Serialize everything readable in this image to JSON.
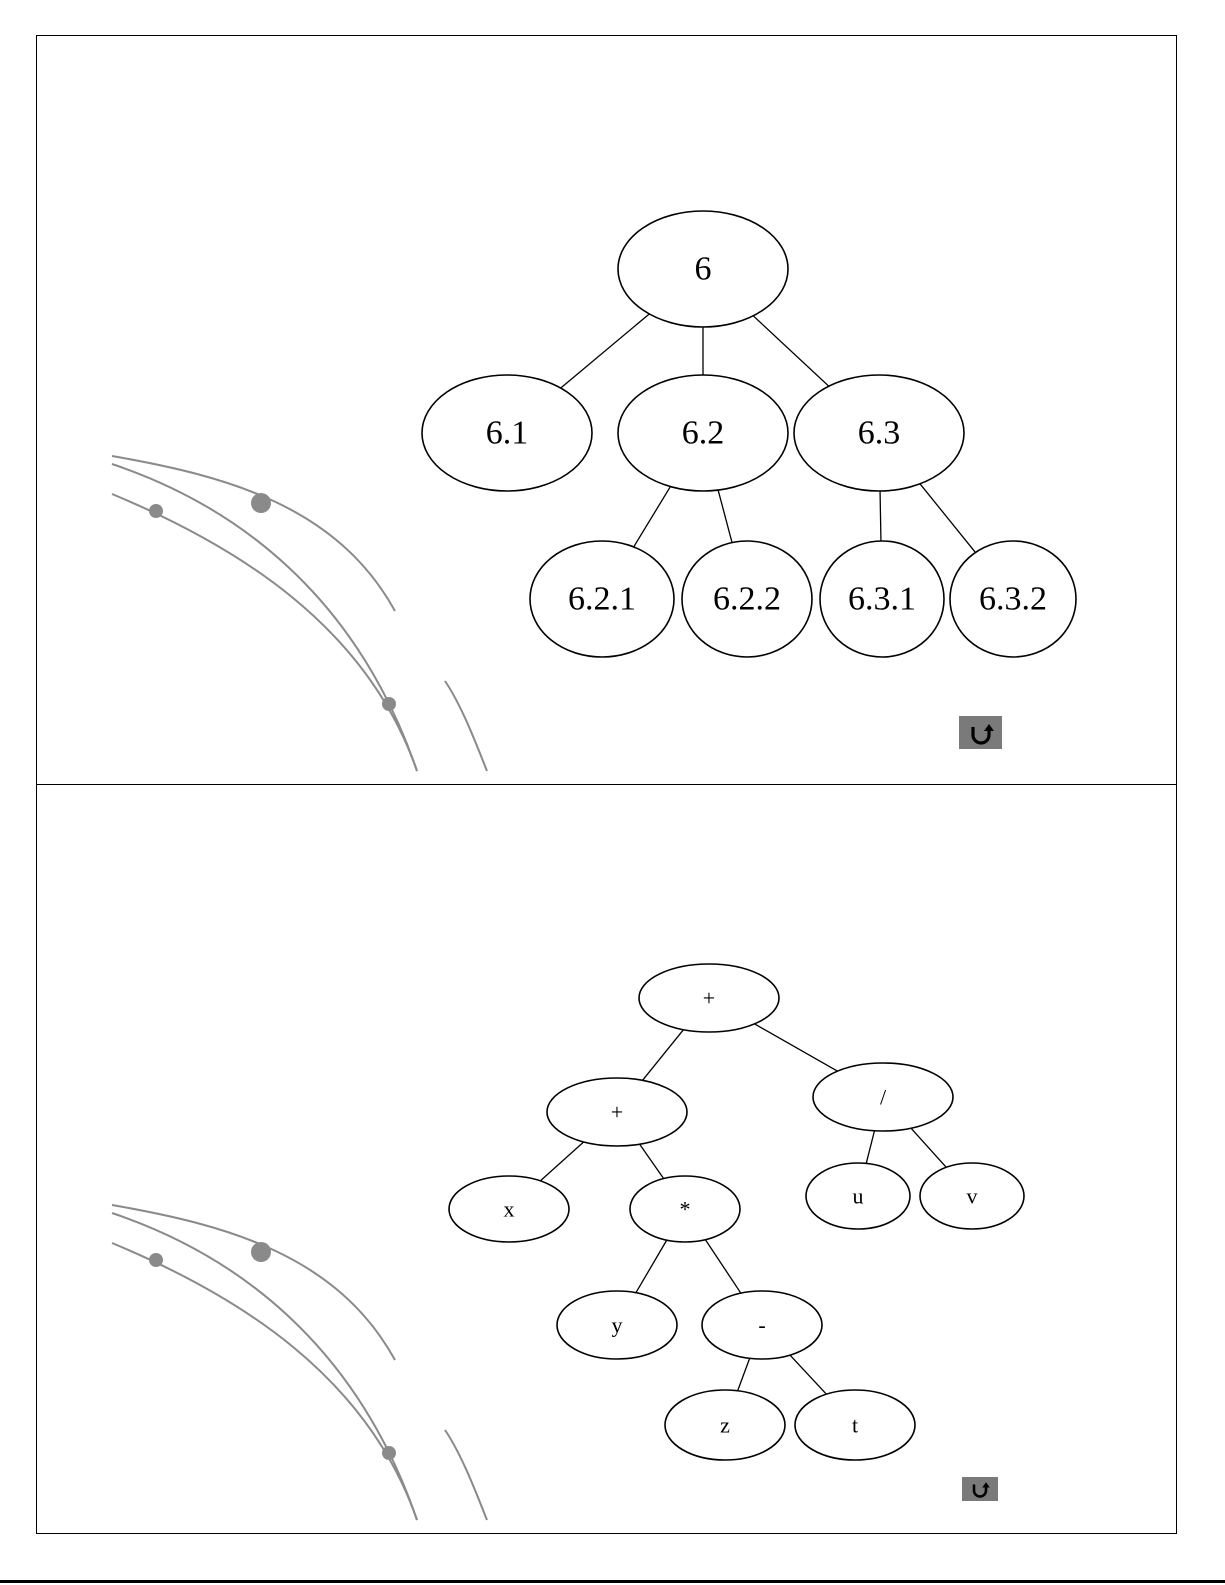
{
  "slides": [
    {
      "id": "tree-section",
      "nodes": [
        {
          "id": "n6",
          "label": "6"
        },
        {
          "id": "n6_1",
          "label": "6.1"
        },
        {
          "id": "n6_2",
          "label": "6.2"
        },
        {
          "id": "n6_3",
          "label": "6.3"
        },
        {
          "id": "n6_2_1",
          "label": "6.2.1"
        },
        {
          "id": "n6_2_2",
          "label": "6.2.2"
        },
        {
          "id": "n6_3_1",
          "label": "6.3.1"
        },
        {
          "id": "n6_3_2",
          "label": "6.3.2"
        }
      ],
      "edges": [
        [
          "n6",
          "n6_1"
        ],
        [
          "n6",
          "n6_2"
        ],
        [
          "n6",
          "n6_3"
        ],
        [
          "n6_2",
          "n6_2_1"
        ],
        [
          "n6_2",
          "n6_2_2"
        ],
        [
          "n6_3",
          "n6_3_1"
        ],
        [
          "n6_3",
          "n6_3_2"
        ]
      ],
      "return_icon": "return-arrow-icon"
    },
    {
      "id": "expression-tree",
      "nodes": [
        {
          "id": "root",
          "label": "+"
        },
        {
          "id": "plus2",
          "label": "+"
        },
        {
          "id": "div",
          "label": "/"
        },
        {
          "id": "x",
          "label": "x"
        },
        {
          "id": "mul",
          "label": "*"
        },
        {
          "id": "u",
          "label": "u"
        },
        {
          "id": "v",
          "label": "v"
        },
        {
          "id": "y",
          "label": "y"
        },
        {
          "id": "minus",
          "label": "-"
        },
        {
          "id": "z",
          "label": "z"
        },
        {
          "id": "t",
          "label": "t"
        }
      ],
      "edges": [
        [
          "root",
          "plus2"
        ],
        [
          "root",
          "div"
        ],
        [
          "plus2",
          "x"
        ],
        [
          "plus2",
          "mul"
        ],
        [
          "div",
          "u"
        ],
        [
          "div",
          "v"
        ],
        [
          "mul",
          "y"
        ],
        [
          "mul",
          "minus"
        ],
        [
          "minus",
          "z"
        ],
        [
          "minus",
          "t"
        ]
      ],
      "return_icon": "return-arrow-icon"
    }
  ],
  "colors": {
    "decor": "#8a8a8a",
    "button": "#7a7a7a",
    "stroke": "#000000"
  }
}
